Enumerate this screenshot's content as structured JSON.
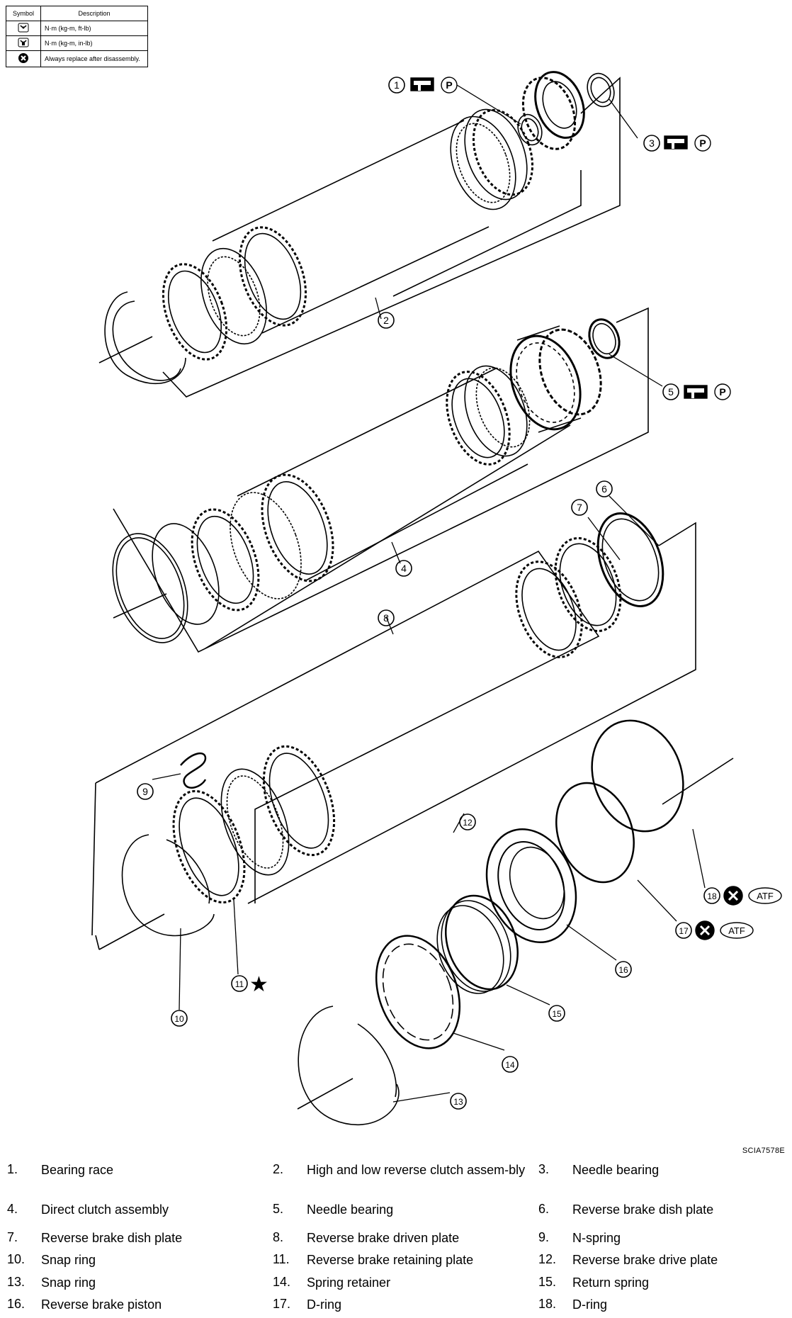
{
  "legend": {
    "headers": [
      "Symbol",
      "Description"
    ],
    "rows": [
      {
        "icon": "torque-wrench-icon",
        "description": "N·m (kg-m, ft-lb)"
      },
      {
        "icon": "torque-wrench-small-icon",
        "description": "N·m (kg-m, in-lb)"
      },
      {
        "icon": "always-replace-icon",
        "description": "Always replace after disassembly."
      }
    ]
  },
  "callouts": {
    "c1": "1",
    "c2": "2",
    "c3": "3",
    "c4": "4",
    "c5": "5",
    "c6": "6",
    "c7": "7",
    "c8": "8",
    "c9": "9",
    "c10": "10",
    "c11": "11",
    "c12": "12",
    "c13": "13",
    "c14": "14",
    "c15": "15",
    "c16": "16",
    "c17": "17",
    "c18": "18"
  },
  "symbols": {
    "petroleum_jelly": "P",
    "atf": "ATF",
    "star": "★"
  },
  "figure_code": "SCIA7578E",
  "parts": [
    {
      "num": "1.",
      "name": "Bearing race"
    },
    {
      "num": "2.",
      "name": "High and low reverse clutch assem-bly"
    },
    {
      "num": "3.",
      "name": "Needle bearing"
    },
    {
      "num": "4.",
      "name": "Direct clutch assembly"
    },
    {
      "num": "5.",
      "name": "Needle bearing"
    },
    {
      "num": "6.",
      "name": "Reverse brake dish plate"
    },
    {
      "num": "7.",
      "name": "Reverse brake dish plate"
    },
    {
      "num": "8.",
      "name": "Reverse brake driven plate"
    },
    {
      "num": "9.",
      "name": "N-spring"
    },
    {
      "num": "10.",
      "name": "Snap ring"
    },
    {
      "num": "11.",
      "name": "Reverse brake retaining plate"
    },
    {
      "num": "12.",
      "name": "Reverse brake drive plate"
    },
    {
      "num": "13.",
      "name": "Snap ring"
    },
    {
      "num": "14.",
      "name": "Spring retainer"
    },
    {
      "num": "15.",
      "name": "Return spring"
    },
    {
      "num": "16.",
      "name": "Reverse brake piston"
    },
    {
      "num": "17.",
      "name": "D-ring"
    },
    {
      "num": "18.",
      "name": "D-ring"
    }
  ]
}
